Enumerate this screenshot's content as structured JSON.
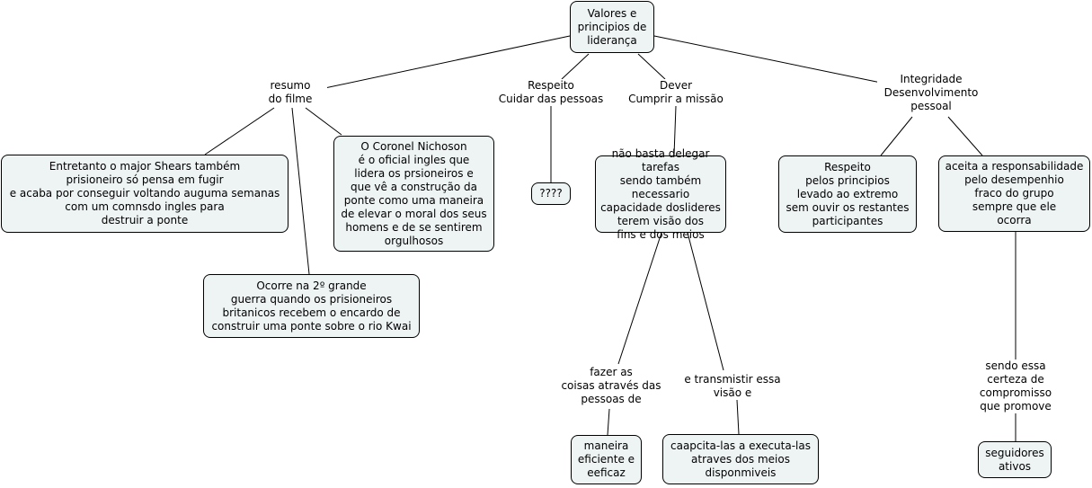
{
  "root": "Valores e\nprincipios de\nliderança",
  "links": {
    "resumo": "resumo\ndo filme",
    "respeito": "Respeito\nCuidar das pessoas",
    "dever": "Dever\nCumprir a missão",
    "integridade": "Integridade\nDesenvolvimento\npessoal",
    "fazer": "fazer as\ncoisas através das\npessoas de",
    "transmitir": "e transmistir essa\nvisão e",
    "sendo": "sendo essa\ncerteza de\ncompromisso\nque promove"
  },
  "nodes": {
    "entretanto": "Entretanto o major Shears também\nprisioneiro só pensa em fugir\ne acaba por conseguir voltando auguma semanas\ncom um comnsdo ingles para\ndestruir a ponte",
    "nichoson": "O Coronel Nichoson\né o oficial ingles que\nlidera os prsioneiros e\nque vê a construção da\nponte como uma maneira\nde elevar o moral dos seus\nhomens e de se sentirem\norgulhosos",
    "ocorre": "Ocorre na 2º grande\nguerra quando os prisioneiros\nbritanicos recebem o encardo de\nconstruir uma ponte sobre o rio Kwai",
    "question": "????",
    "delegar": "não basta delegar tarefas\nsendo também necessario\ncapacidade doslideres\nterem visão dos\nfins e dos meios",
    "maneira": "maneira\neficiente e\neeficaz",
    "capacita": "caapcita-las a executa-las\natraves dos meios\ndisponmiveis",
    "respeito_principios": "Respeito\npelos principios\nlevado ao extremo\nsem ouvir os restantes\nparticipantes",
    "aceita": "aceita a responsabilidade\npelo desempenhio\nfraco do grupo\nsempre que ele\nocorra",
    "seguidores": "seguidores\nativos"
  }
}
